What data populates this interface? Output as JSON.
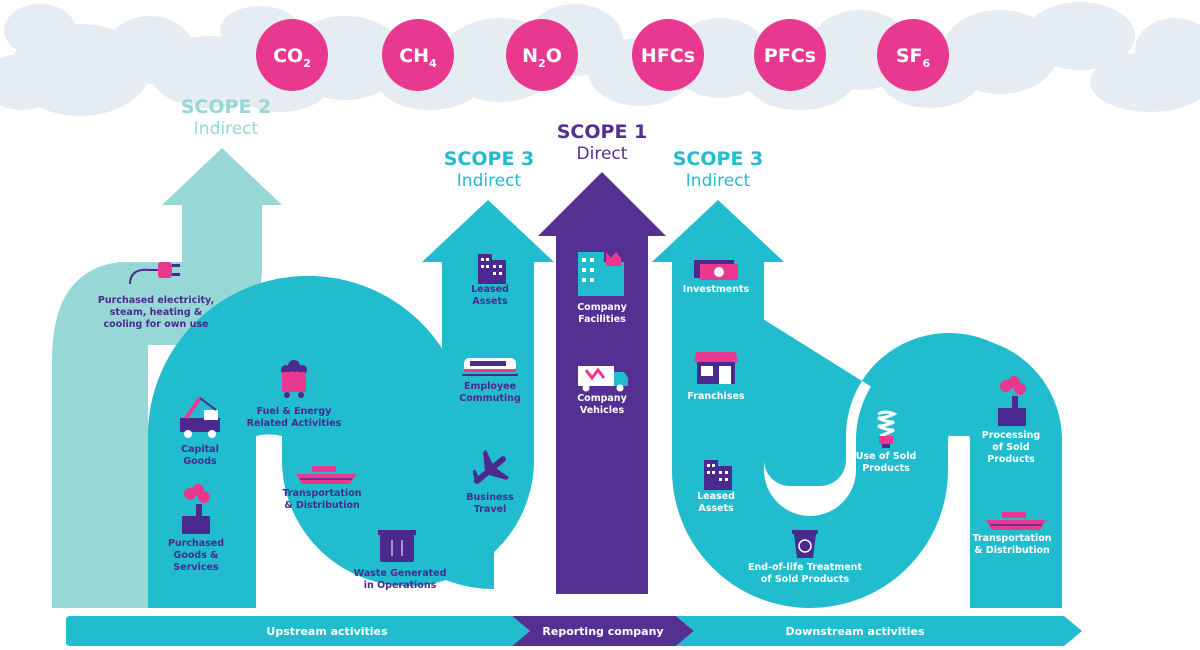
{
  "colors": {
    "teal": "#21bccd",
    "pale_teal": "#97d7d5",
    "purple": "#533092",
    "pink": "#e8388f",
    "cloud": "#e6edf2",
    "label": "#4a2a8f"
  },
  "gases": [
    {
      "base": "CO",
      "sub": "2"
    },
    {
      "base": "CH",
      "sub": "4"
    },
    {
      "base": "N",
      "sub": "2",
      "suffix": "O"
    },
    {
      "base": "HFCs",
      "sub": ""
    },
    {
      "base": "PFCs",
      "sub": ""
    },
    {
      "base": "SF",
      "sub": "6"
    }
  ],
  "scopes": {
    "scope2": {
      "title": "SCOPE 2",
      "subtitle": "Indirect"
    },
    "scope3_up": {
      "title": "SCOPE 3",
      "subtitle": "Indirect"
    },
    "scope1": {
      "title": "SCOPE 1",
      "subtitle": "Direct"
    },
    "scope3_down": {
      "title": "SCOPE 3",
      "subtitle": "Indirect"
    }
  },
  "scope2_items": {
    "purchased_electricity": [
      "Purchased electricity,",
      "steam, heating &",
      "cooling for own use"
    ]
  },
  "upstream_items": {
    "capital_goods": [
      "Capital",
      "Goods"
    ],
    "purchased_goods": [
      "Purchased",
      "Goods &",
      "Services"
    ],
    "fuel_energy": [
      "Fuel & Energy",
      "Related Activities"
    ],
    "transport_up": [
      "Transportation",
      "& Distribution"
    ],
    "waste": [
      "Waste Generated",
      "in Operations"
    ],
    "business_travel": [
      "Business",
      "Travel"
    ],
    "employee_commuting": [
      "Employee",
      "Commuting"
    ],
    "leased_assets_up": [
      "Leased",
      "Assets"
    ]
  },
  "scope1_items": {
    "company_facilities": [
      "Company",
      "Facilities"
    ],
    "company_vehicles": [
      "Company",
      "Vehicles"
    ]
  },
  "downstream_items": {
    "investments": [
      "Investments"
    ],
    "franchises": [
      "Franchises"
    ],
    "leased_assets_down": [
      "Leased",
      "Assets"
    ],
    "end_of_life": [
      "End-of-life Treatment",
      "of Sold Products"
    ],
    "use_of_sold": [
      "Use of Sold",
      "Products"
    ],
    "processing": [
      "Processing",
      "of Sold",
      "Products"
    ],
    "transport_down": [
      "Transportation",
      "& Distribution"
    ]
  },
  "bottom_bar": {
    "upstream": "Upstream activities",
    "reporting": "Reporting company",
    "downstream": "Downstream activities"
  }
}
